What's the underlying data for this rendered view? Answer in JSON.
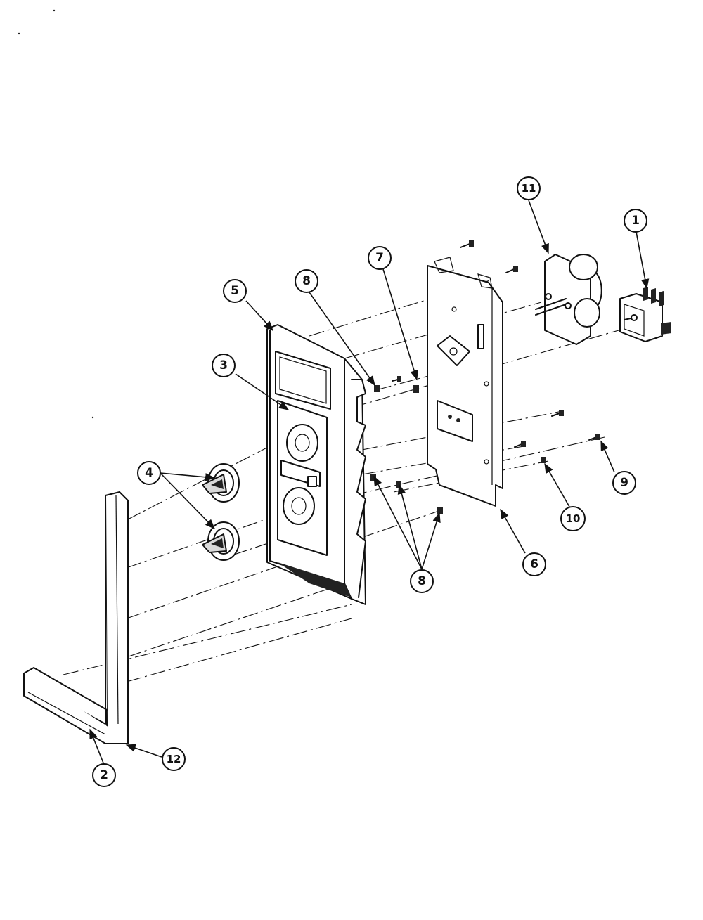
{
  "diagram": {
    "callouts": [
      {
        "id": "c1",
        "label": "1"
      },
      {
        "id": "c2",
        "label": "2"
      },
      {
        "id": "c3",
        "label": "3"
      },
      {
        "id": "c4",
        "label": "4"
      },
      {
        "id": "c5",
        "label": "5"
      },
      {
        "id": "c6",
        "label": "6"
      },
      {
        "id": "c7",
        "label": "7"
      },
      {
        "id": "c8a",
        "label": "8"
      },
      {
        "id": "c8b",
        "label": "8"
      },
      {
        "id": "c9",
        "label": "9"
      },
      {
        "id": "c10",
        "label": "10"
      },
      {
        "id": "c11",
        "label": "11"
      },
      {
        "id": "c12",
        "label": "12"
      }
    ]
  }
}
